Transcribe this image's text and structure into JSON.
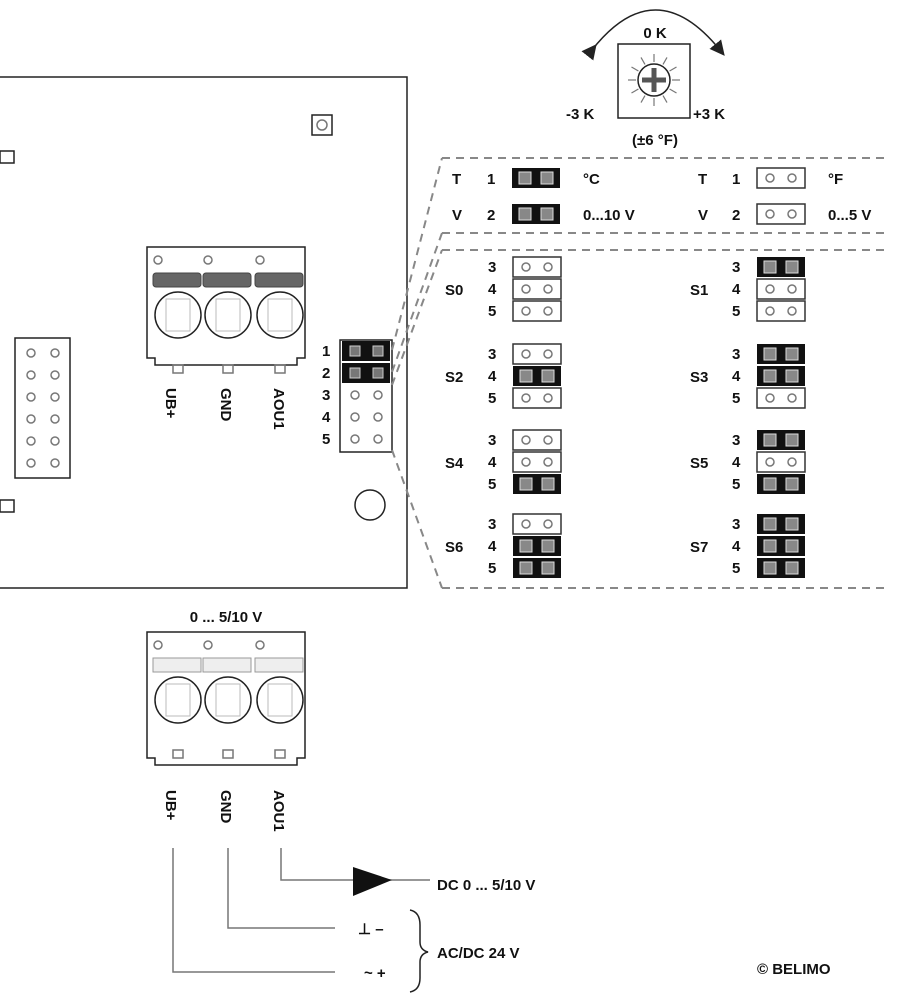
{
  "knob": {
    "center_label": "0 K",
    "minus_label": "-3 K",
    "plus_label": "+3 K",
    "range_label": "(±6 °F)"
  },
  "board_connector": {
    "terminals": [
      "UB+",
      "GND",
      "AOU1"
    ]
  },
  "board_jumper_rows": [
    "1",
    "2",
    "3",
    "4",
    "5"
  ],
  "mode_jumpers": [
    {
      "letter": "T",
      "pin": "1",
      "closed_label": "°C",
      "open_label": "°F"
    },
    {
      "letter": "V",
      "pin": "2",
      "closed_label": "0...10 V",
      "open_label": "0...5 V"
    }
  ],
  "settings": [
    {
      "name": "S0",
      "closed": [
        false,
        false,
        false
      ]
    },
    {
      "name": "S1",
      "closed": [
        true,
        false,
        false
      ]
    },
    {
      "name": "S2",
      "closed": [
        false,
        true,
        false
      ]
    },
    {
      "name": "S3",
      "closed": [
        true,
        true,
        false
      ]
    },
    {
      "name": "S4",
      "closed": [
        false,
        false,
        true
      ]
    },
    {
      "name": "S5",
      "closed": [
        true,
        false,
        true
      ]
    },
    {
      "name": "S6",
      "closed": [
        false,
        true,
        true
      ]
    },
    {
      "name": "S7",
      "closed": [
        true,
        true,
        true
      ]
    }
  ],
  "setting_pins": [
    "3",
    "4",
    "5"
  ],
  "output_connector": {
    "title": "0 ... 5/10 V",
    "terminals": [
      "UB+",
      "GND",
      "AOU1"
    ]
  },
  "wiring": {
    "output_label": "DC 0 ... 5/10 V",
    "supply_label": "AC/DC 24 V",
    "gnd_symbols": "⊥  –",
    "supply_symbols": "~  +"
  },
  "copyright": "© BELIMO"
}
